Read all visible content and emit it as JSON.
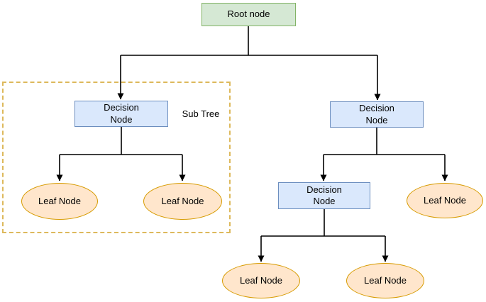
{
  "diagram": {
    "type": "decision-tree",
    "colors": {
      "root_fill": "#d5e8d4",
      "root_border": "#82b366",
      "decision_fill": "#dae8fc",
      "decision_border": "#6c8ebf",
      "leaf_fill": "#ffe6cc",
      "leaf_border": "#d79b00",
      "subtree_frame_border": "#ddb95c",
      "connector_line": "#000000"
    },
    "nodes": {
      "root": {
        "label": "Root node",
        "shape": "rectangle"
      },
      "decision_left": {
        "label": "Decision\nNode",
        "shape": "rectangle"
      },
      "decision_right": {
        "label": "Decision\nNode",
        "shape": "rectangle"
      },
      "decision_mid": {
        "label": "Decision\nNode",
        "shape": "rectangle"
      },
      "leaf_1": {
        "label": "Leaf Node",
        "shape": "ellipse"
      },
      "leaf_2": {
        "label": "Leaf Node",
        "shape": "ellipse"
      },
      "leaf_3": {
        "label": "Leaf Node",
        "shape": "ellipse"
      },
      "leaf_4": {
        "label": "Leaf Node",
        "shape": "ellipse"
      },
      "leaf_5": {
        "label": "Leaf Node",
        "shape": "ellipse"
      }
    },
    "subtree": {
      "label": "Sub Tree",
      "style": "dashed-frame"
    },
    "edges": [
      [
        "root",
        "decision_left"
      ],
      [
        "root",
        "decision_right"
      ],
      [
        "decision_left",
        "leaf_1"
      ],
      [
        "decision_left",
        "leaf_2"
      ],
      [
        "decision_right",
        "decision_mid"
      ],
      [
        "decision_right",
        "leaf_3"
      ],
      [
        "decision_mid",
        "leaf_4"
      ],
      [
        "decision_mid",
        "leaf_5"
      ]
    ]
  }
}
